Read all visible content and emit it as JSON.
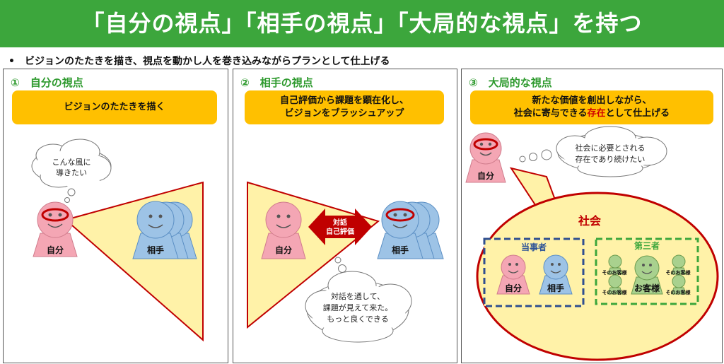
{
  "header": {
    "title": "「自分の視点」「相手の視点」「大局的な視点」を持つ"
  },
  "subtitle": "•　ビジョンのたたきを描き、視点を動かし人を巻き込みながらプランとして仕上げる",
  "panel1": {
    "title": "①　自分の視点",
    "box": "ビジョンのたたきを描く",
    "thought_line1": "こんな風に",
    "thought_line2": "導きたい",
    "self_label": "自分",
    "other_label": "相手"
  },
  "panel2": {
    "title": "②　相手の視点",
    "box_line1": "自己評価から課題を顕在化し、",
    "box_line2": "ビジョンをブラッシュアップ",
    "arrow_line1": "対話",
    "arrow_line2": "自己評価",
    "self_label": "自分",
    "other_label": "相手",
    "thought_line1": "対話を通して、",
    "thought_line2": "課題が見えて来た。",
    "thought_line3": "もっと良くできる"
  },
  "panel3": {
    "title": "③　大局的な視点",
    "box_line1": "新たな価値を創出しながら、",
    "box_line2_a": "社会に寄与できる",
    "box_line2_b": "存在",
    "box_line2_c": "として仕上げる",
    "thought_line1": "社会に必要とされる",
    "thought_line2": "存在であり続けたい",
    "self_label": "自分",
    "society_label": "社会",
    "party_label": "当事者",
    "third_label": "第三者",
    "party_self": "自分",
    "party_other": "相手",
    "customer_main": "お客様",
    "customer_small": "そのお客様"
  },
  "colors": {
    "banner": "#3ca63c",
    "accent_green": "#2e9a2e",
    "yellow_box": "#ffc000",
    "pink_face": "#f4a6b4",
    "blue_face": "#9dc3e6",
    "green_face": "#a9d18e",
    "beam_fill": "#fff2a8",
    "beam_stroke": "#c00000"
  }
}
